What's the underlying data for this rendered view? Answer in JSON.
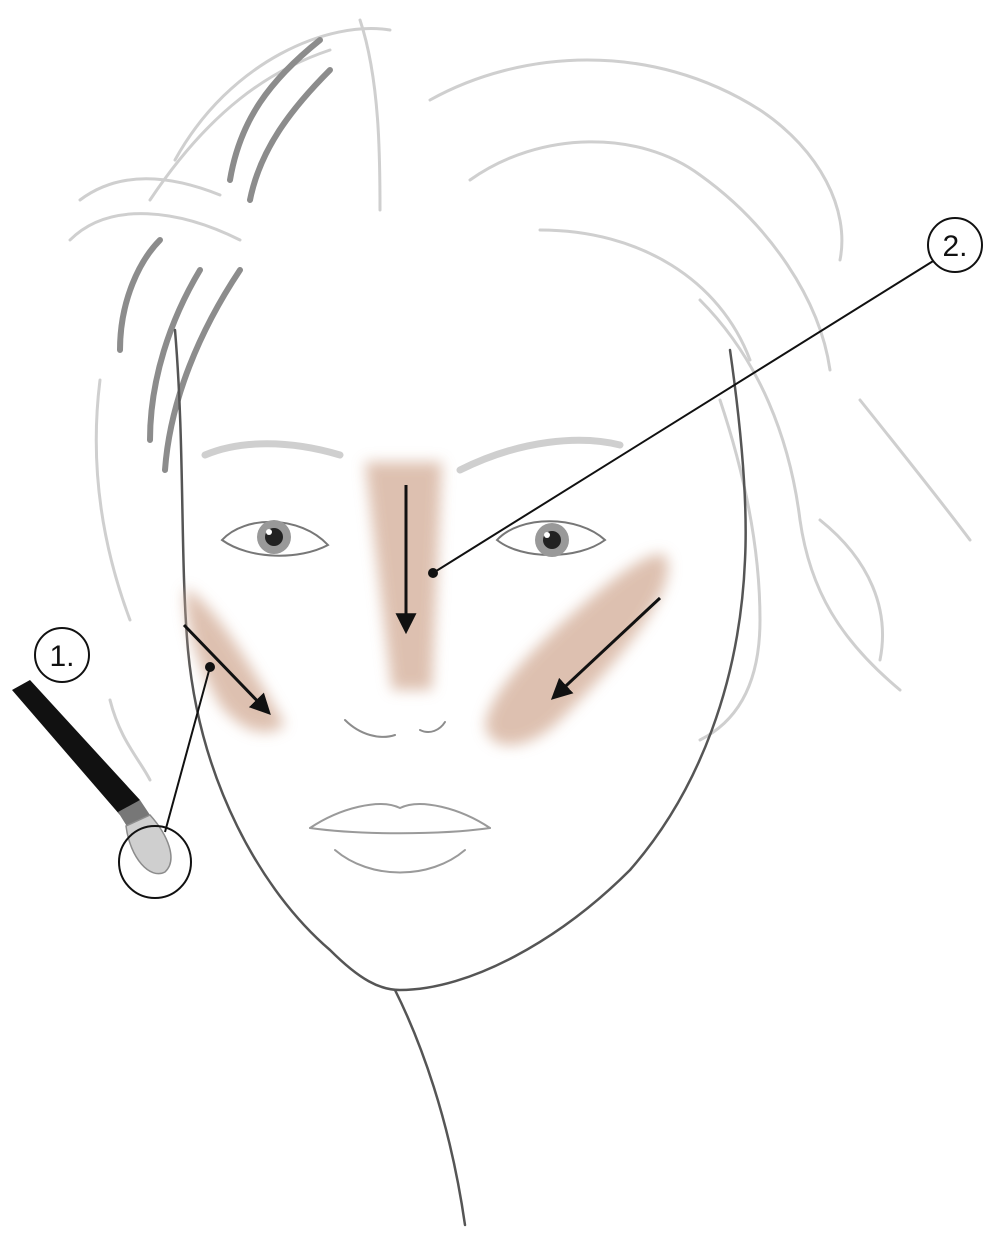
{
  "callouts": [
    {
      "id": "1",
      "label": "1."
    },
    {
      "id": "2",
      "label": "2."
    }
  ],
  "colors": {
    "face_line": "#555555",
    "hair_dark": "#8c8c8c",
    "hair_light": "#c8c8c8",
    "contour_powder": "#d8b6a3",
    "arrow": "#111111",
    "brush_handle": "#111111",
    "brush_bristles": "#cfcfcf"
  },
  "icons": {
    "brush": "makeup-brush-icon",
    "arrow": "arrow-icon"
  }
}
